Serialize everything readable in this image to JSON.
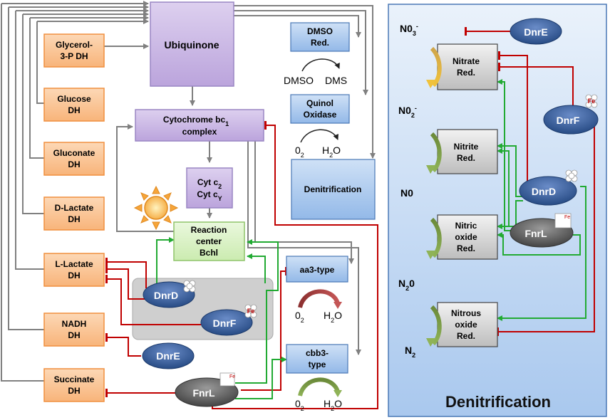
{
  "colors": {
    "dehydrogenase_fill": "#fbc89a",
    "dehydrogenase_stroke": "#f08f3e",
    "ubiquinone_fill": "#cbb7e4",
    "reaction_center_fill": "#d9f2c6",
    "oxidase_fill": "#a9c9ee",
    "panel_fill": "#d5e6f8",
    "regulator_fill": "#3e64a3",
    "fnrl_fill": "#6b6b6b",
    "activation_arrow": "#22aa33",
    "repression_line": "#c00000",
    "electron_flow": "#808080"
  },
  "dehydrogenases": [
    {
      "line1": "Glycerol-",
      "line2": "3-P DH"
    },
    {
      "line1": "Glucose",
      "line2": "DH"
    },
    {
      "line1": "Gluconate",
      "line2": "DH"
    },
    {
      "line1": "D-Lactate",
      "line2": "DH"
    },
    {
      "line1": "L-Lactate",
      "line2": "DH"
    },
    {
      "line1": "NADH",
      "line2": "DH"
    },
    {
      "line1": "Succinate",
      "line2": "DH"
    }
  ],
  "ubiquinone": "Ubiquinone",
  "cytochrome_bc1": {
    "line1": "Cytochrome bc",
    "sub": "1",
    "line2": "complex"
  },
  "cyt_c": {
    "line1": "Cyt c",
    "sub1": "2",
    "line2": "Cyt c",
    "sub2": "Y"
  },
  "reaction_center": {
    "line1": "Reaction",
    "line2": "center",
    "line3": "Bchl"
  },
  "dmso_red": {
    "line1": "DMSO",
    "line2": "Red."
  },
  "dmso_reaction": {
    "from": "DMSO",
    "to": "DMS"
  },
  "quinol_oxidase": {
    "line1": "Quinol",
    "line2": "Oxidase"
  },
  "o2_reaction": {
    "from": "0",
    "from_sub": "2",
    "to": "H",
    "to_sub": "2",
    "to_rest": "O"
  },
  "denitrification_box": "Denitrification",
  "aa3": "aa3-type",
  "cbb3": {
    "line1": "cbb3-",
    "line2": "type"
  },
  "regulators": {
    "dnrd": "DnrD",
    "dnrf": "DnrF",
    "dnre": "DnrE",
    "fnrl": "FnrL",
    "fe": "Fe"
  },
  "panel": {
    "title": "Denitrification",
    "no3": {
      "main": "N0",
      "sub": "3",
      "sup": "-"
    },
    "no2": {
      "main": "N0",
      "sub": "2",
      "sup": "-"
    },
    "no": "N0",
    "n2o": {
      "main": "N",
      "sub": "2",
      "rest": "0"
    },
    "n2": {
      "main": "N",
      "sub": "2"
    },
    "nitrate_red": {
      "line1": "Nitrate",
      "line2": "Red."
    },
    "nitrite_red": {
      "line1": "Nitrite",
      "line2": "Red."
    },
    "nitric_oxide_red": {
      "line1": "Nitric",
      "line2": "oxide",
      "line3": "Red."
    },
    "nitrous_oxide_red": {
      "line1": "Nitrous",
      "line2": "oxide",
      "line3": "Red."
    }
  }
}
